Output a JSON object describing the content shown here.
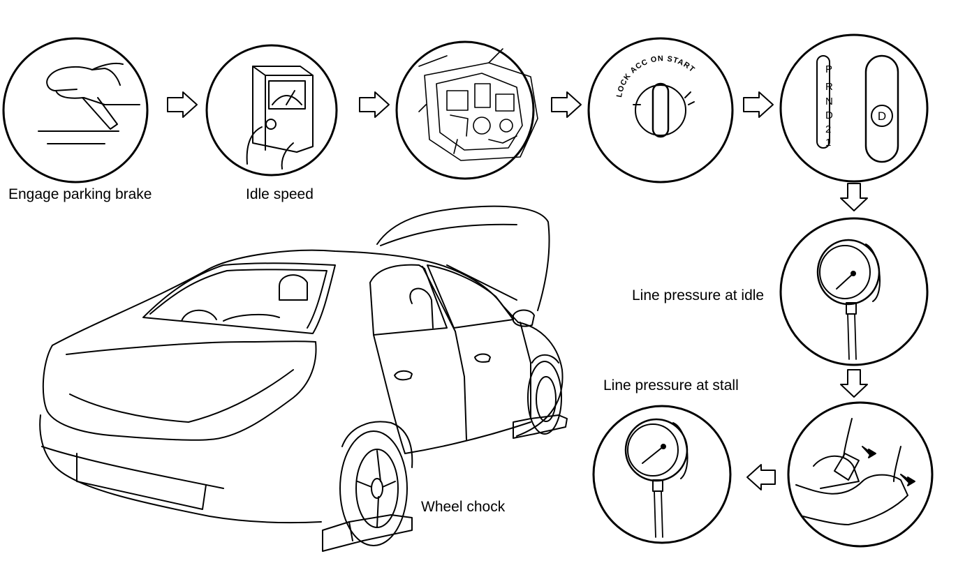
{
  "labels": {
    "parking_brake": "Engage parking brake",
    "idle_speed": "Idle speed",
    "line_idle": "Line pressure at idle",
    "line_stall": "Line pressure at stall",
    "wheel_chock": "Wheel chock"
  },
  "selector": {
    "positions": [
      "P",
      "R",
      "N",
      "D",
      "2",
      "1"
    ],
    "selected": "D"
  },
  "ignition_text": "LOCK ACC ON START"
}
